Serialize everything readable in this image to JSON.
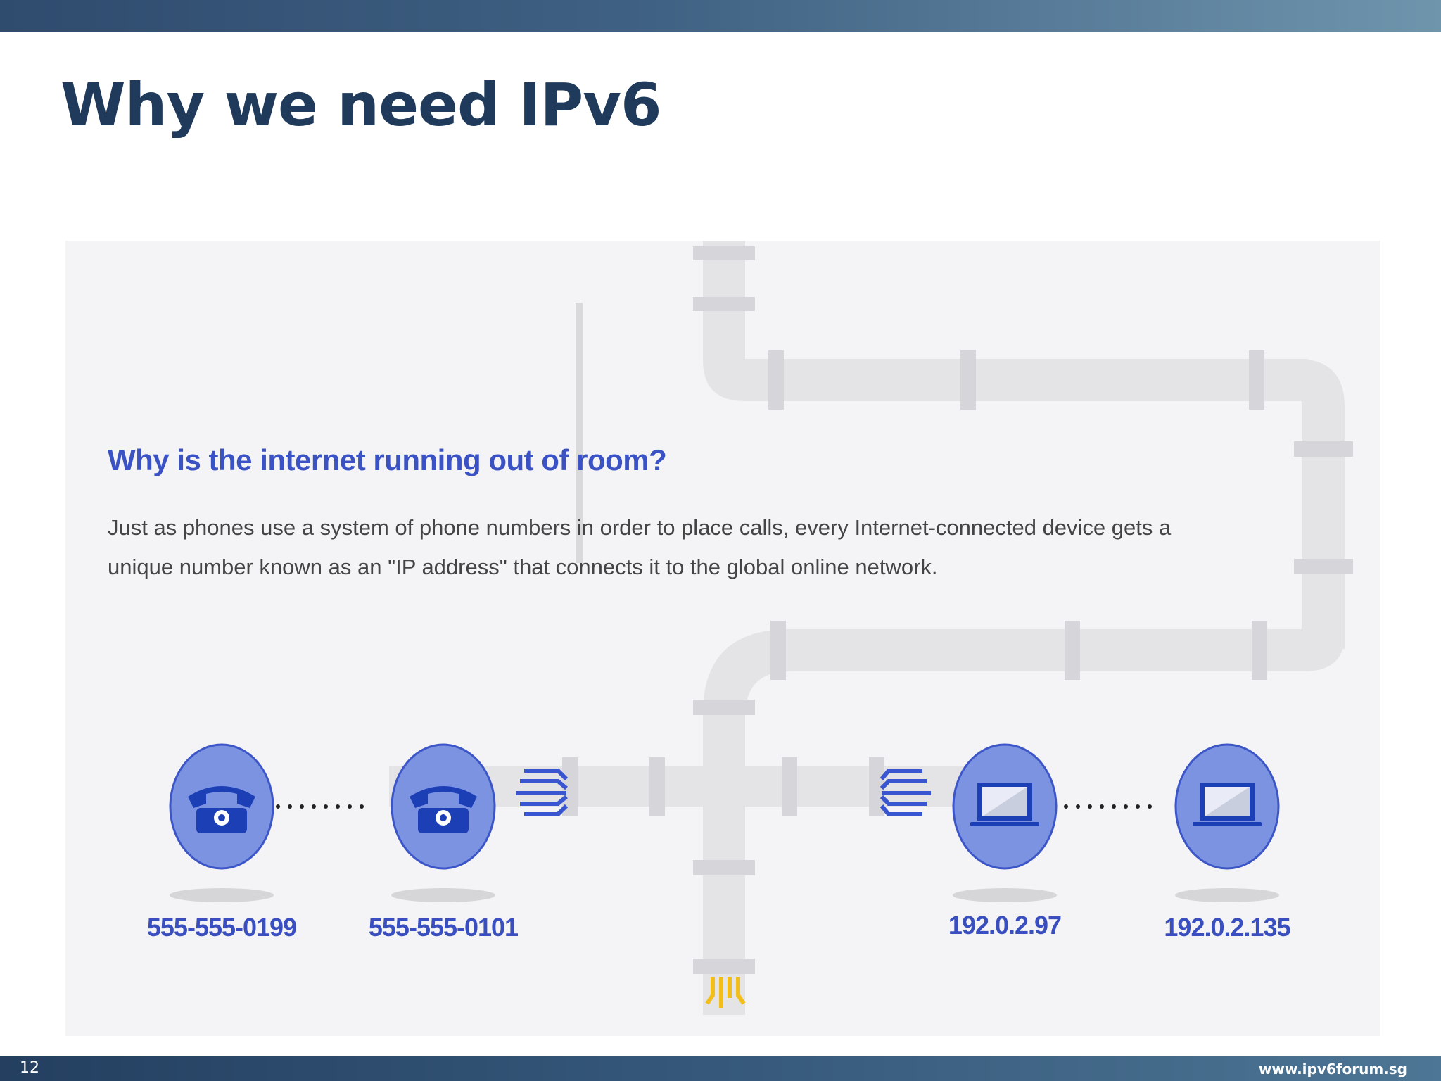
{
  "slide": {
    "title": "Why we need IPv6",
    "page_number": "12",
    "url": "www.ipv6forum.sg"
  },
  "infographic": {
    "heading": "Why is the internet running out of room?",
    "body": "Just as phones use a system of phone numbers in order to place calls, every Internet-connected device gets a unique number known as an \"IP address\" that connects it to the global online network.",
    "phones": [
      "555-555-0199",
      "555-555-0101"
    ],
    "computers": [
      "192.0.2.97",
      "192.0.2.135"
    ],
    "icons": [
      "telephone-icon",
      "telephone-icon",
      "laptop-icon",
      "laptop-icon"
    ]
  },
  "colors": {
    "title": "#1f3a5a",
    "heading": "#3b52c4",
    "circle": "#7b93e0",
    "circle_stroke": "#3c56c8",
    "label": "#3a4fbf",
    "pipe": "#e4e4e7",
    "spark": "#f2bf1a"
  }
}
